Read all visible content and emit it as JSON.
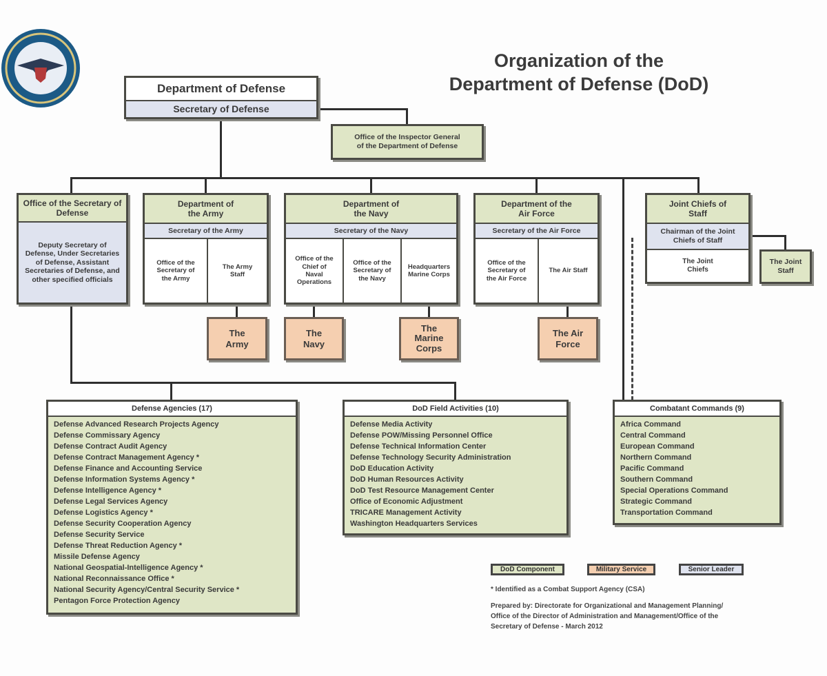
{
  "title": [
    "Organization of the",
    "Department of Defense (DoD)"
  ],
  "dod": {
    "name": "Department of Defense",
    "leader": "Secretary of Defense"
  },
  "ig": [
    "Office of the Inspector General",
    "of the Department of Defense"
  ],
  "osd": {
    "name": "Office of the Secretary of Defense",
    "body": "Deputy Secretary of Defense, Under Secretaries of Defense, Assistant Secretaries of Defense, and other specified officials"
  },
  "army": {
    "name": "Department of the Army",
    "leader": "Secretary of the Army",
    "cells": [
      "Office of the Secretary of the Army",
      "The Army Staff"
    ],
    "service": "The Army"
  },
  "navy": {
    "name": "Department of the Navy",
    "leader": "Secretary of the Navy",
    "cells": [
      "Office of the Chief of Naval Operations",
      "Office of the Secretary of the Navy",
      "Headquarters Marine Corps"
    ],
    "services": [
      "The Navy",
      "The Marine Corps"
    ]
  },
  "airforce": {
    "name": "Department of the Air Force",
    "leader": "Secretary of the Air Force",
    "cells": [
      "Office of the Secretary of the Air Force",
      "The Air Staff"
    ],
    "service": "The Air Force"
  },
  "jcs": {
    "name": "Joint Chiefs of Staff",
    "leader": "Chairman of the Joint Chiefs of Staff",
    "chiefs": "The Joint Chiefs",
    "staff": "The Joint Staff"
  },
  "agencies": {
    "title": "Defense Agencies (17)",
    "items": [
      "Defense Advanced Research Projects Agency",
      "Defense Commissary Agency",
      "Defense Contract Audit Agency",
      "Defense Contract Management Agency *",
      "Defense Finance and Accounting Service",
      "Defense Information Systems Agency *",
      "Defense Intelligence Agency *",
      "Defense Legal Services Agency",
      "Defense Logistics Agency *",
      "Defense Security Cooperation Agency",
      "Defense Security Service",
      "Defense Threat Reduction Agency *",
      "Missile Defense Agency",
      "National Geospatial-Intelligence Agency *",
      "National Reconnaissance Office *",
      "National Security Agency/Central Security Service *",
      "Pentagon Force Protection Agency"
    ]
  },
  "field": {
    "title": "DoD Field Activities (10)",
    "items": [
      "Defense Media Activity",
      "Defense POW/Missing Personnel Office",
      "Defense Technical Information Center",
      "Defense Technology Security Administration",
      "DoD Education Activity",
      "DoD Human Resources Activity",
      "DoD Test Resource Management Center",
      "Office of Economic Adjustment",
      "TRICARE Management Activity",
      "Washington Headquarters Services"
    ]
  },
  "commands": {
    "title": "Combatant Commands (9)",
    "items": [
      "Africa Command",
      "Central Command",
      "European Command",
      "Northern Command",
      "Pacific Command",
      "Southern Command",
      "Special Operations Command",
      "Strategic Command",
      "Transportation Command"
    ]
  },
  "legend": [
    "DoD Component",
    "Military Service",
    "Senior Leader"
  ],
  "footnote": "* Identified as a Combat Support Agency (CSA)",
  "prepared": [
    "Prepared by: Directorate for Organizational and Management Planning/",
    "Office of the Director of Administration and Management/Office of the",
    "Secretary of Defense - March 2012"
  ],
  "seal_text": "Department of Defense seal",
  "colors": {
    "component": "#dfe6c6",
    "service": "#f5cfb0",
    "leader": "#dfe3ef",
    "line": "#2e2e2e"
  }
}
